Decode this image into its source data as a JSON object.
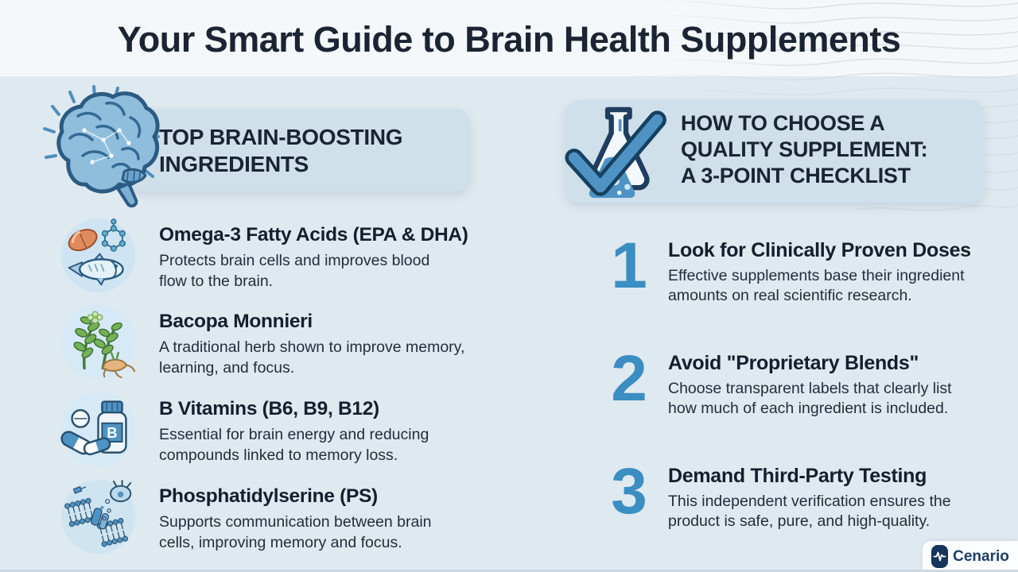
{
  "header": {
    "title_prefix": "Your Smart Guide to ",
    "title_bold": "Brain Health Supplements"
  },
  "left_section": {
    "heading_lines": [
      "TOP BRAIN-BOOSTING",
      "INGREDIENTS"
    ],
    "icon": "brain-icon",
    "items": [
      {
        "icon": "fish-omega3-icon",
        "title": "Omega-3 Fatty Acids (EPA & DHA)",
        "desc_lines": [
          "Protects brain cells and improves blood",
          "flow to the brain."
        ]
      },
      {
        "icon": "bacopa-plant-icon",
        "title": "Bacopa Monnieri",
        "desc_lines": [
          "A traditional herb shown to improve memory,",
          "learning, and focus."
        ]
      },
      {
        "icon": "b-vitamins-bottle-icon",
        "title": "B Vitamins (B6, B9, B12)",
        "desc_lines": [
          "Essential for brain energy and reducing",
          "compounds linked to memory loss."
        ]
      },
      {
        "icon": "membrane-synapse-icon",
        "title": "Phosphatidylserine (PS)",
        "desc_lines": [
          "Supports communication between brain",
          "cells, improving memory and focus."
        ]
      }
    ]
  },
  "right_section": {
    "heading_lines": [
      "HOW TO CHOOSE A",
      "QUALITY SUPPLEMENT:",
      "A 3-POINT CHECKLIST"
    ],
    "icon": "flask-checkmark-icon",
    "items": [
      {
        "number": "1",
        "title": "Look for Clinically Proven Doses",
        "desc_lines": [
          "Effective supplements base their ingredient",
          "amounts on real scientific research."
        ]
      },
      {
        "number": "2",
        "title": "Avoid \"Proprietary Blends\"",
        "desc_lines": [
          "Choose transparent labels that clearly list",
          "how much of each ingredient is included."
        ]
      },
      {
        "number": "3",
        "title": "Demand Third-Party Testing",
        "desc_lines": [
          "This independent verification ensures the",
          "product is safe, pure, and high-quality."
        ]
      }
    ]
  },
  "footer": {
    "brand": "Cenario",
    "icon": "pulse-logo-icon"
  },
  "colors": {
    "accent_blue": "#3a8ec2",
    "band_bg": "#cfe0eb",
    "heading_navy": "#1a2433",
    "page_bg": "#dfe9f0",
    "header_bg": "#f5f8fa"
  }
}
